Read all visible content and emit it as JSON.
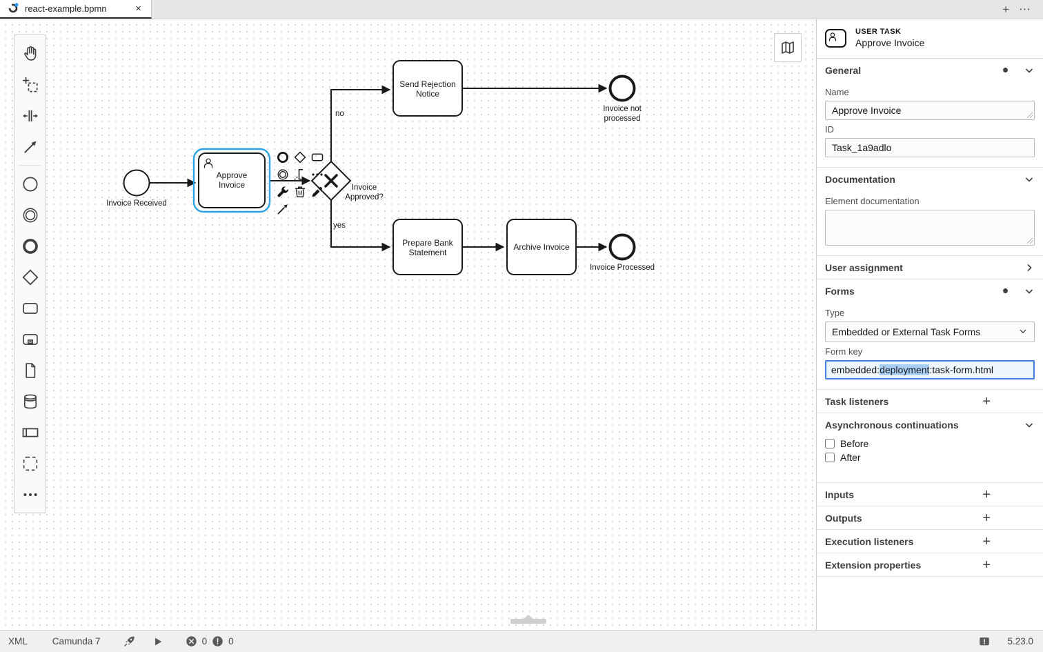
{
  "tab_bar": {
    "tab_title": "react-example.bpmn",
    "close_label": "×",
    "new_tab_label": "+",
    "more_label": "⋯"
  },
  "canvas": {
    "labels": {
      "start_event": "Invoice Received",
      "task_approve": [
        "Approve",
        "Invoice"
      ],
      "gateway": [
        "Invoice",
        "Approved?"
      ],
      "edge_no": "no",
      "edge_yes": "yes",
      "task_reject": [
        "Send Rejection",
        "Notice"
      ],
      "end_not_processed": [
        "Invoice not",
        "processed"
      ],
      "task_prepare": [
        "Prepare Bank",
        "Statement"
      ],
      "task_archive": "Archive Invoice",
      "end_processed": "Invoice Processed"
    },
    "palette_more_label": "⋯"
  },
  "properties": {
    "header": {
      "type": "USER TASK",
      "name": "Approve Invoice"
    },
    "general": {
      "title": "General",
      "name_label": "Name",
      "name_value": "Approve Invoice",
      "id_label": "ID",
      "id_value": "Task_1a9adlo"
    },
    "documentation": {
      "title": "Documentation",
      "element_documentation_label": "Element documentation",
      "value": ""
    },
    "user_assignment": {
      "title": "User assignment"
    },
    "forms": {
      "title": "Forms",
      "type_label": "Type",
      "type_value": "Embedded or External Task Forms",
      "form_key_label": "Form key",
      "form_key_pre": "embedded:",
      "form_key_selected": "deployment",
      "form_key_post": ":task-form.html"
    },
    "task_listeners": {
      "title": "Task listeners",
      "add_label": "+"
    },
    "async": {
      "title": "Asynchronous continuations",
      "before_label": "Before",
      "after_label": "After"
    },
    "inputs": {
      "title": "Inputs",
      "add_label": "+"
    },
    "outputs": {
      "title": "Outputs",
      "add_label": "+"
    },
    "execution_listeners": {
      "title": "Execution listeners",
      "add_label": "+"
    },
    "extension_properties": {
      "title": "Extension properties",
      "add_label": "+"
    }
  },
  "status_bar": {
    "xml_label": "XML",
    "engine_label": "Camunda 7",
    "error_count": "0",
    "warning_count": "0",
    "version": "5.23.0"
  },
  "colors": {
    "selection_outline": "#2BA3E4",
    "focus_border": "#3B82E0",
    "selection_highlight": "#A9CFF7",
    "brand_dot_blue": "#2E9DF7"
  }
}
